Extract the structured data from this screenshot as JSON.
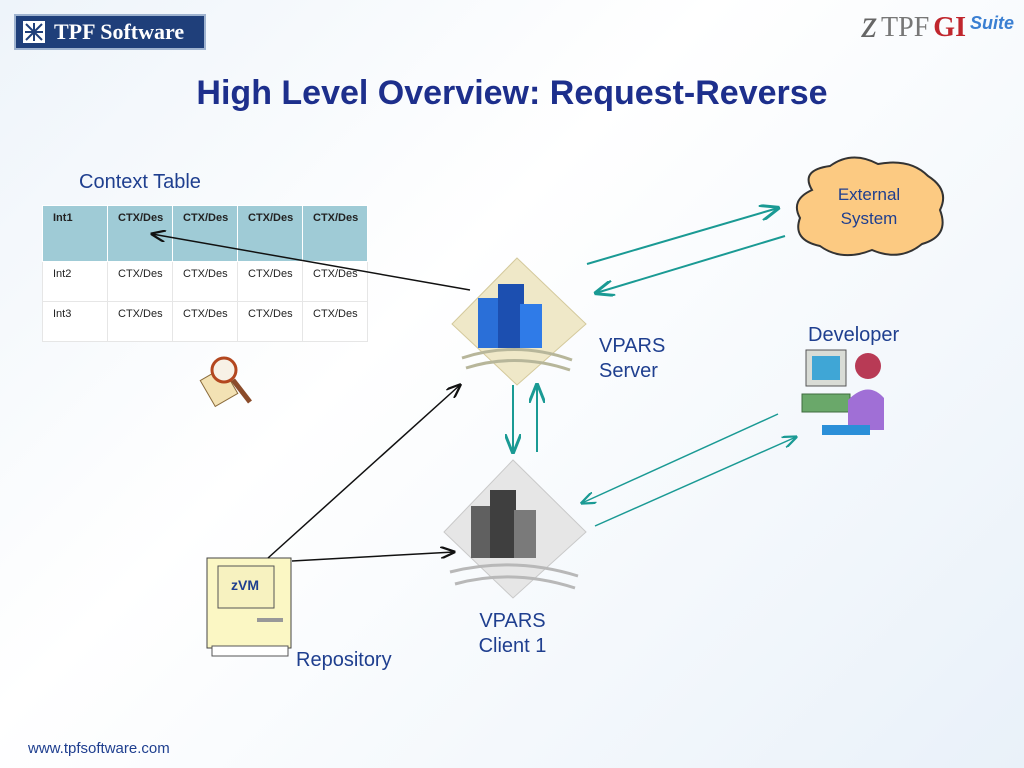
{
  "header": {
    "logo_left": "TPF Software",
    "logo_right_z": "z",
    "logo_right_tpf": "TPF",
    "logo_right_gi": "GI",
    "logo_right_suite": "Suite"
  },
  "title": "High Level Overview: Request-Reverse",
  "context_table": {
    "title": "Context Table",
    "rows": [
      [
        "Int1",
        "CTX/Des",
        "CTX/Des",
        "CTX/Des",
        "CTX/Des"
      ],
      [
        "Int2",
        "CTX/Des",
        "CTX/Des",
        "CTX/Des",
        "CTX/Des"
      ],
      [
        "Int3",
        "CTX/Des",
        "CTX/Des",
        "CTX/Des",
        "CTX/Des"
      ]
    ]
  },
  "nodes": {
    "external": [
      "External",
      "System"
    ],
    "server": [
      "VPARS",
      "Server"
    ],
    "developer": "Developer",
    "client": [
      "VPARS",
      "Client 1"
    ],
    "zvm": "zVM",
    "repository": "Repository"
  },
  "footer": "www.tpfsoftware.com",
  "colors": {
    "title": "#1d2f8c",
    "label": "#1f3f8f",
    "arrow_teal": "#1a9a94",
    "cloud": "#fcca82"
  }
}
